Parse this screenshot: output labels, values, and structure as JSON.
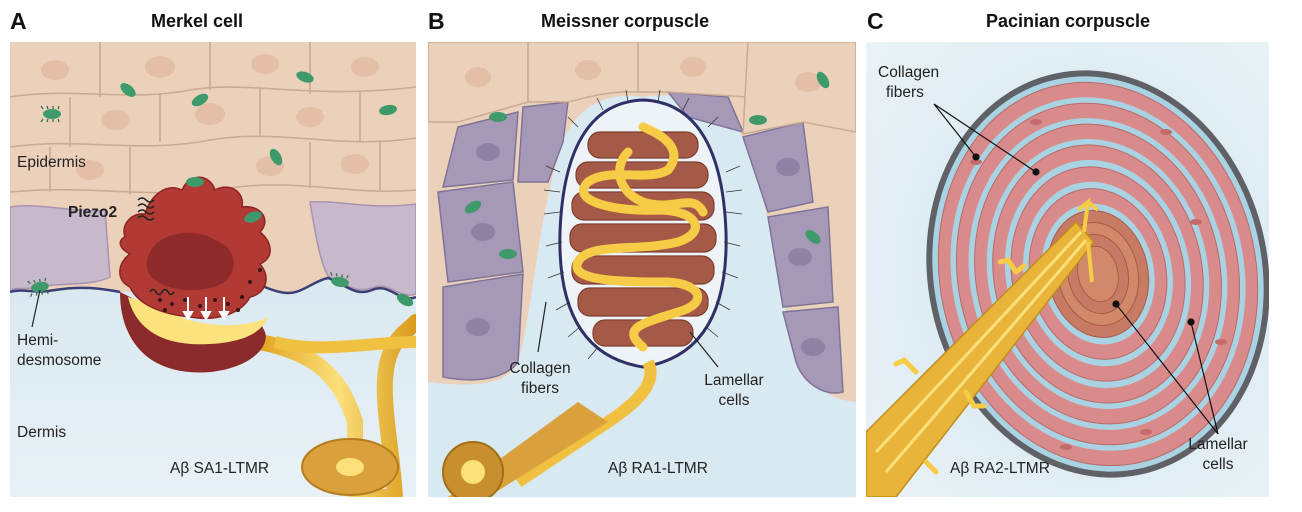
{
  "panels": {
    "a": {
      "letter": "A",
      "title": "Merkel cell",
      "labels": {
        "epidermis": "Epidermis",
        "piezo2": "Piezo2",
        "hemi_1": "Hemi-",
        "hemi_2": "desmosome",
        "dermis": "Dermis",
        "fiber": "Aβ SA1-LTMR"
      }
    },
    "b": {
      "letter": "B",
      "title": "Meissner corpuscle",
      "labels": {
        "collagen_1": "Collagen",
        "collagen_2": "fibers",
        "lamellar_1": "Lamellar",
        "lamellar_2": "cells",
        "fiber": "Aβ RA1-LTMR"
      }
    },
    "c": {
      "letter": "C",
      "title": "Pacinian corpuscle",
      "labels": {
        "collagen_1": "Collagen",
        "collagen_2": "fibers",
        "lamellar_1": "Lamellar",
        "lamellar_2": "cells",
        "fiber": "Aβ RA2-LTMR"
      }
    }
  },
  "colors": {
    "epidermis_cell": "#ecd1ba",
    "basal_cell": "#b7a6c0",
    "dermis": "#d9e9f1",
    "merkel": "#b23a35",
    "nerve": "#f5c43a",
    "lamellar": "#a55a47",
    "pacinian_ring": "#d98a8a",
    "pacinian_gap": "#a9d3e3",
    "hemidesmosome": "#3f9a6b"
  }
}
